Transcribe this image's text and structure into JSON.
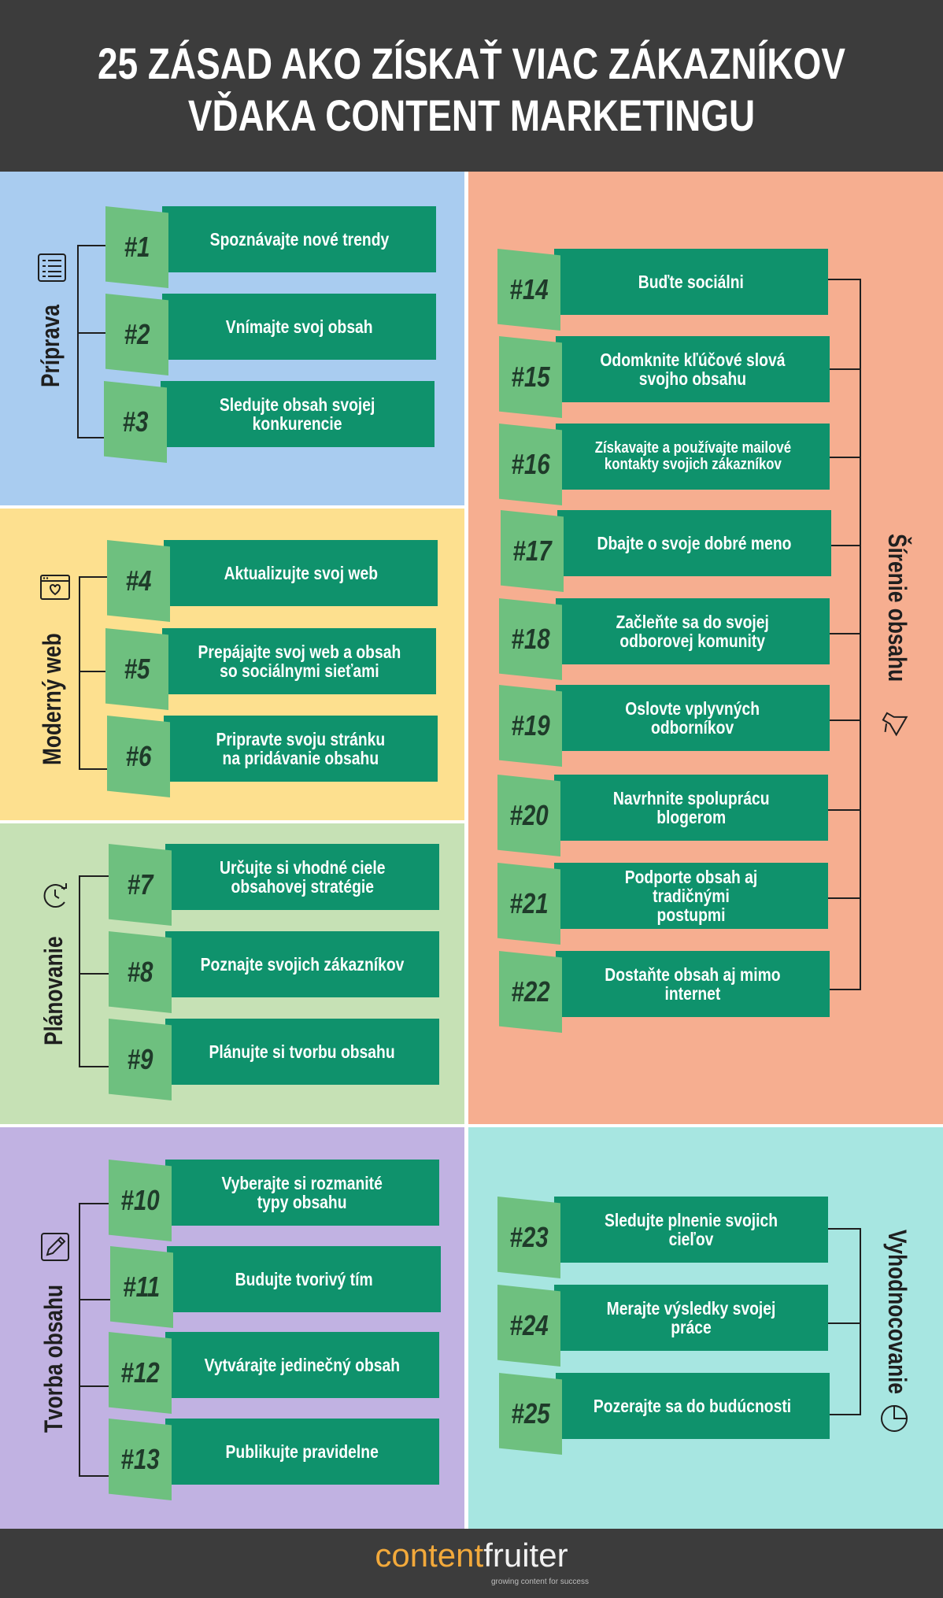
{
  "title": {
    "line1": "25 ZÁSAD AKO ZÍSKAŤ VIAC ZÁKAZNÍKOV",
    "line2": "VĎAKA CONTENT MARKETINGU"
  },
  "colors": {
    "header": "#3c3c3c",
    "priprava": "#a9ccf0",
    "moderny_web": "#fde08f",
    "planovanie": "#c6e1b5",
    "tvorba": "#c1b2e2",
    "sirenie": "#f6ae90",
    "vyhodnocovanie": "#a7e6e1",
    "bar": "#0f926c",
    "tag": "#6ec07f"
  },
  "categories": {
    "priprava": {
      "label": "Príprava",
      "icon": "list-icon"
    },
    "moderny_web": {
      "label": "Moderný  web",
      "icon": "browser-heart-icon"
    },
    "planovanie": {
      "label": "Plánovanie",
      "icon": "clock-refresh-icon"
    },
    "tvorba": {
      "label": "Tvorba obsahu",
      "icon": "edit-pencil-icon"
    },
    "sirenie": {
      "label": "Šírenie obsahu",
      "icon": "megaphone-icon"
    },
    "vyhodnocovanie": {
      "label": "Vyhodnocovanie",
      "icon": "pie-chart-icon"
    }
  },
  "items": [
    {
      "num": "#1",
      "text": "Spoznávajte nové trendy"
    },
    {
      "num": "#2",
      "text": "Vnímajte svoj obsah"
    },
    {
      "num": "#3",
      "text": "Sledujte obsah svojej\nkonkurencie"
    },
    {
      "num": "#4",
      "text": "Aktualizujte svoj web"
    },
    {
      "num": "#5",
      "text": "Prepájajte svoj web a obsah\nso sociálnymi sieťami"
    },
    {
      "num": "#6",
      "text": "Pripravte svoju stránku\nna pridávanie obsahu"
    },
    {
      "num": "#7",
      "text": "Určujte si vhodné ciele\nobsahovej stratégie"
    },
    {
      "num": "#8",
      "text": "Poznajte svojich zákazníkov"
    },
    {
      "num": "#9",
      "text": "Plánujte si tvorbu obsahu"
    },
    {
      "num": "#10",
      "text": "Vyberajte si rozmanité\ntypy obsahu"
    },
    {
      "num": "#11",
      "text": "Budujte tvorivý tím"
    },
    {
      "num": "#12",
      "text": "Vytvárajte jedinečný obsah"
    },
    {
      "num": "#13",
      "text": "Publikujte pravidelne"
    },
    {
      "num": "#14",
      "text": "Buďte sociálni"
    },
    {
      "num": "#15",
      "text": "Odomknite kľúčové slová\nsvojho obsahu"
    },
    {
      "num": "#16",
      "text": "Získavajte a používajte mailové\nkontakty svojich zákazníkov"
    },
    {
      "num": "#17",
      "text": "Dbajte o svoje dobré meno"
    },
    {
      "num": "#18",
      "text": "Začleňte sa do svojej\nodborovej komunity"
    },
    {
      "num": "#19",
      "text": "Oslovte vplyvných\nodborníkov"
    },
    {
      "num": "#20",
      "text": "Navrhnite spoluprácu\nblogerom"
    },
    {
      "num": "#21",
      "text": "Podporte obsah aj tradičnými\npostupmi"
    },
    {
      "num": "#22",
      "text": "Dostaňte obsah aj mimo\ninternet"
    },
    {
      "num": "#23",
      "text": "Sledujte plnenie svojich\ncieľov"
    },
    {
      "num": "#24",
      "text": "Merajte výsledky svojej práce"
    },
    {
      "num": "#25",
      "text": "Pozerajte sa do budúcnosti"
    }
  ],
  "footer": {
    "brand_part1": "content",
    "brand_part2": "fruiter",
    "tagline": "growing content for success"
  }
}
